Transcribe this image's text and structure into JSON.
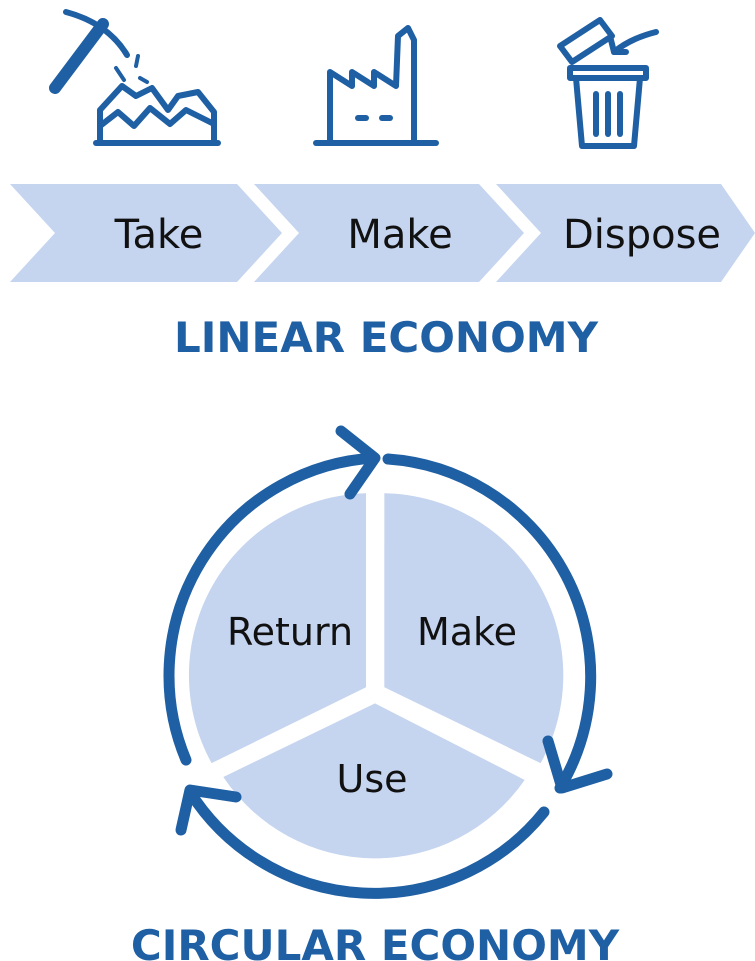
{
  "colors": {
    "accent": "#1f5fa3",
    "fill": "#c5d4ef",
    "text": "#111111",
    "background": "#ffffff"
  },
  "linear": {
    "icons": [
      {
        "name": "pickaxe-icon"
      },
      {
        "name": "factory-icon"
      },
      {
        "name": "trash-bin-icon"
      }
    ],
    "steps": [
      {
        "label": "Take"
      },
      {
        "label": "Make"
      },
      {
        "label": "Dispose"
      }
    ],
    "title": "LINEAR ECONOMY"
  },
  "circular": {
    "segments": [
      {
        "label": "Return"
      },
      {
        "label": "Make"
      },
      {
        "label": "Use"
      }
    ],
    "title": "CIRCULAR ECONOMY"
  }
}
